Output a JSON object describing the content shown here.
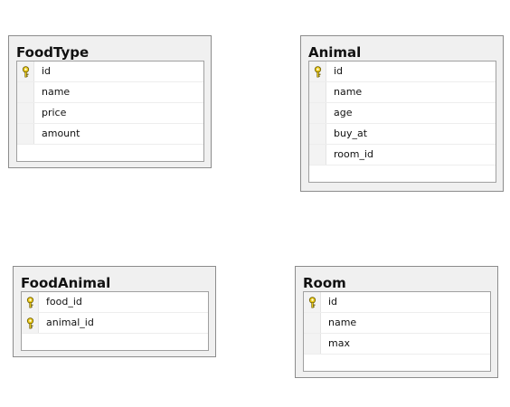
{
  "tables": [
    {
      "name": "FoodType",
      "columns": [
        {
          "name": "id",
          "pk": true
        },
        {
          "name": "name",
          "pk": false
        },
        {
          "name": "price",
          "pk": false
        },
        {
          "name": "amount",
          "pk": false
        }
      ]
    },
    {
      "name": "Animal",
      "columns": [
        {
          "name": "id",
          "pk": true
        },
        {
          "name": "name",
          "pk": false
        },
        {
          "name": "age",
          "pk": false
        },
        {
          "name": "buy_at",
          "pk": false
        },
        {
          "name": "room_id",
          "pk": false
        }
      ]
    },
    {
      "name": "FoodAnimal",
      "columns": [
        {
          "name": "food_id",
          "pk": true
        },
        {
          "name": "animal_id",
          "pk": true
        }
      ]
    },
    {
      "name": "Room",
      "columns": [
        {
          "name": "id",
          "pk": true
        },
        {
          "name": "name",
          "pk": false
        },
        {
          "name": "max",
          "pk": false
        }
      ]
    }
  ],
  "colors": {
    "key_icon": "#e8c818",
    "box_bg": "#f0f0f0",
    "border": "#8c8c8c"
  }
}
